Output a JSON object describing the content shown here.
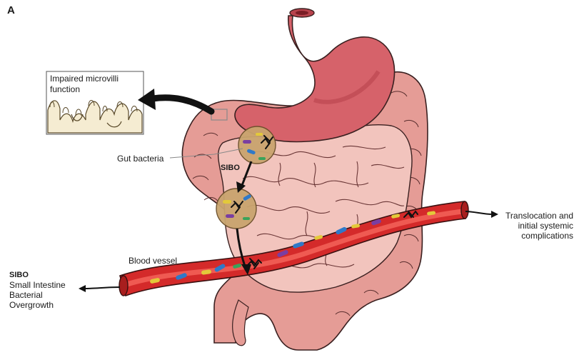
{
  "panel_label": "A",
  "inset": {
    "title": "Impaired microvilli function"
  },
  "labels": {
    "gut_bacteria": "Gut bacteria",
    "sibo": "SIBO",
    "blood_vessel": "Blood vessel"
  },
  "translocation": {
    "lines": [
      "Translocation and",
      "initial systemic",
      "complications"
    ]
  },
  "legend": {
    "title": "SIBO",
    "lines": [
      "Small Intestine",
      "Bacterial",
      "Overgrowth"
    ]
  },
  "colors": {
    "stomach": "#d6626a",
    "stomach_inner": "#b8434d",
    "colon": "#e59c96",
    "small_intestine": "#f2c4bd",
    "vessel": "#d42a2a",
    "vessel_inner": "#ef5a52",
    "inset_fill": "#f5ecd2",
    "bacteria_circle": "#c9a46e",
    "bacteria_blue": "#2f79c8",
    "bacteria_yellow": "#e3c93a",
    "bacteria_purple": "#7a3ea1",
    "bacteria_green": "#3aa35a",
    "bacteria_orange": "#e08a2e"
  },
  "icons": [
    "stomach-icon",
    "colon-icon",
    "small-intestine-icon",
    "blood-vessel-icon",
    "microvilli-icon",
    "bacteria-icon",
    "arrow-icon"
  ]
}
